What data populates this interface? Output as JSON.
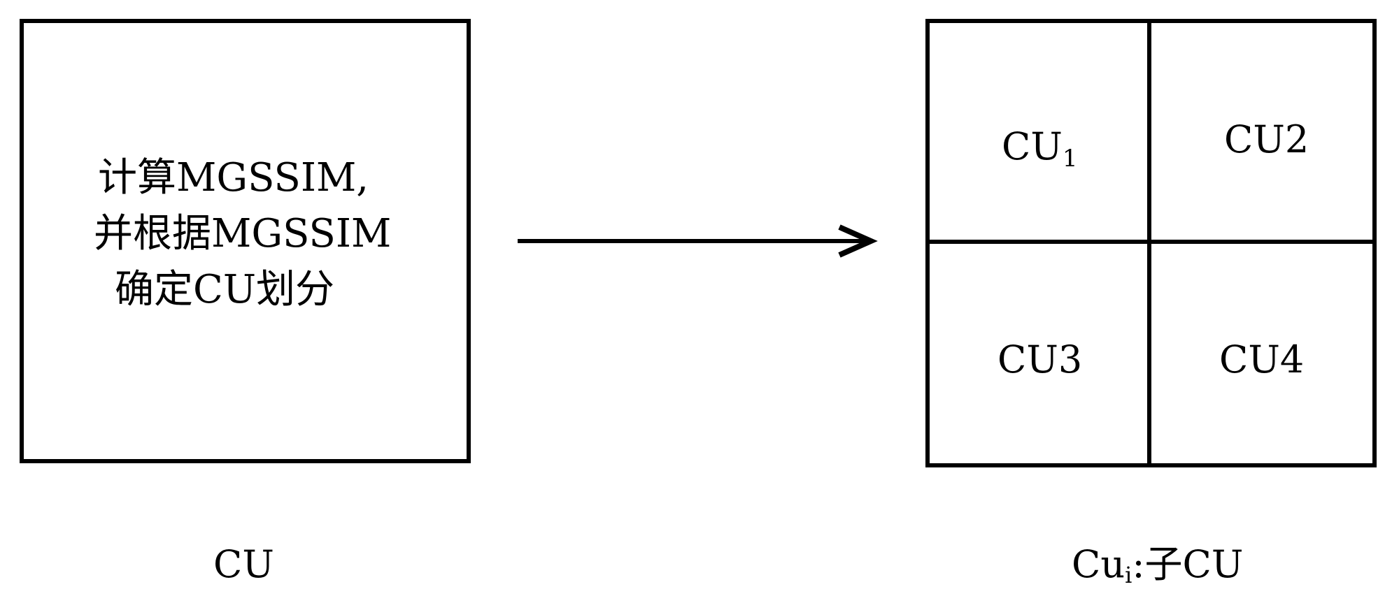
{
  "left_block": {
    "line1": "计算MGSSIM,",
    "line2": "并根据MGSSIM",
    "line3": "确定CU划分",
    "caption": "CU"
  },
  "right_block": {
    "cells": [
      {
        "base": "CU",
        "sub": "1"
      },
      {
        "text": "CU2"
      },
      {
        "text": "CU3"
      },
      {
        "text": "CU4"
      }
    ],
    "caption": {
      "base": "Cu",
      "sub": "i",
      "rest": ":子CU"
    }
  }
}
